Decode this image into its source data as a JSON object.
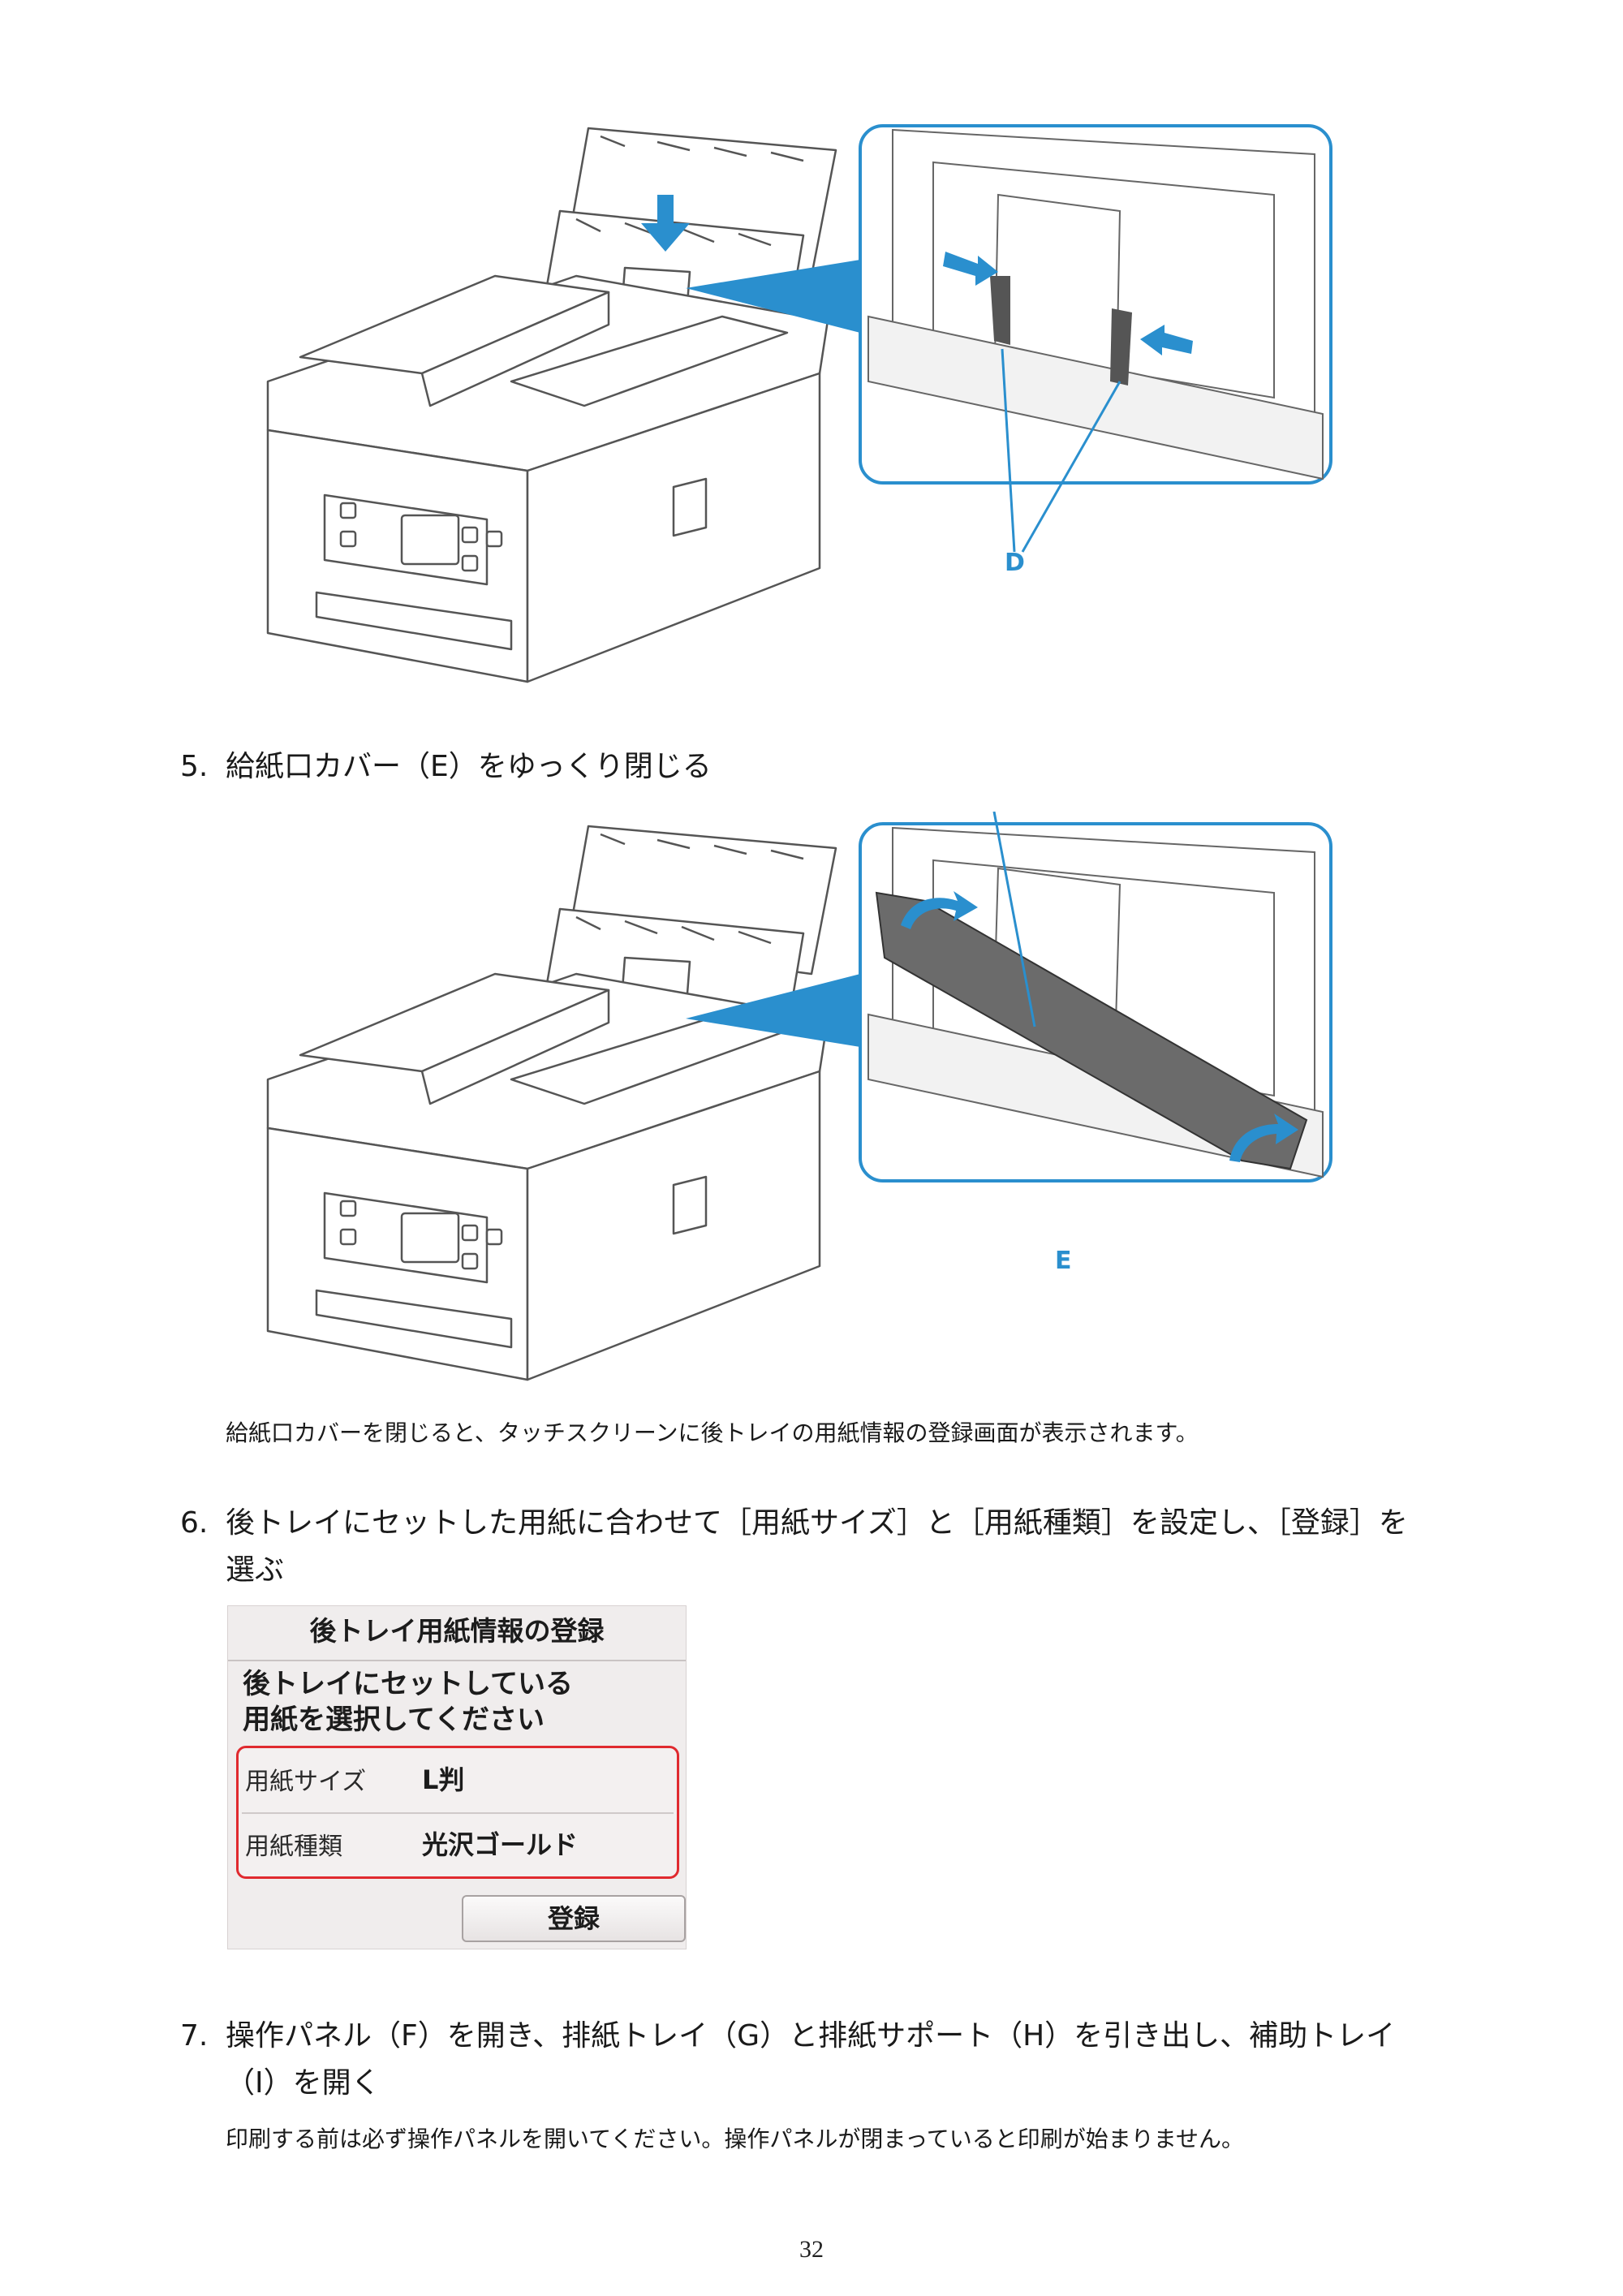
{
  "figure1": {
    "callout_label": "D"
  },
  "step5": {
    "number": "5.",
    "text": "給紙口カバー（E）をゆっくり閉じる"
  },
  "figure2": {
    "callout_label": "E"
  },
  "note1": "給紙口カバーを閉じると、タッチスクリーンに後トレイの用紙情報の登録画面が表示されます。",
  "step6": {
    "number": "6.",
    "text": "後トレイにセットした用紙に合わせて［用紙サイズ］と［用紙種類］を設定し、［登録］を\n選ぶ"
  },
  "screen": {
    "title": "後トレイ用紙情報の登録",
    "message": "後トレイにセットしている\n用紙を選択してください",
    "rows": [
      {
        "label": "用紙サイズ",
        "value": "L判"
      },
      {
        "label": "用紙種類",
        "value": "光沢ゴールド"
      }
    ],
    "button": "登録",
    "highlight_color": "#e02a2f"
  },
  "step7": {
    "number": "7.",
    "text": "操作パネル（F）を開き、排紙トレイ（G）と排紙サポート（H）を引き出し、補助トレイ\n（I）を開く"
  },
  "note2": "印刷する前は必ず操作パネルを開いてください。操作パネルが閉まっていると印刷が始まりません。",
  "page_number": "32",
  "colors": {
    "accent": "#2a8fce",
    "arrow": "#2a8fce",
    "cover": "#6b6b6b"
  }
}
